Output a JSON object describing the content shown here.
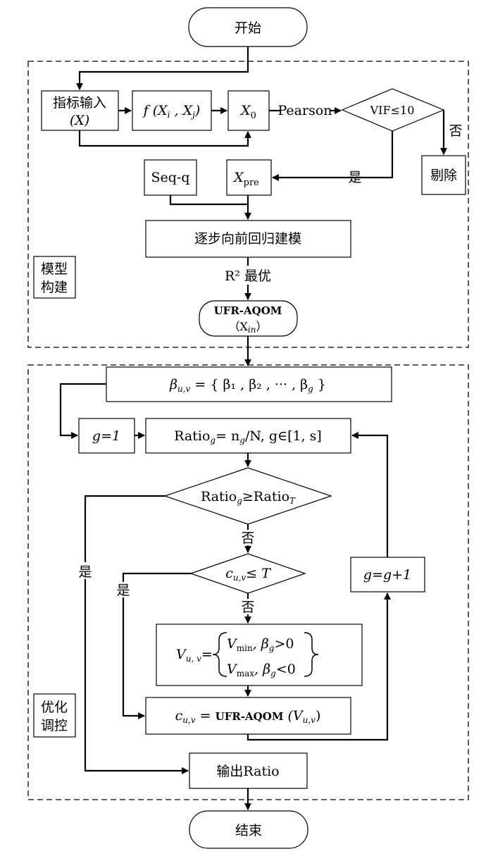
{
  "nodes": {
    "start": "开始",
    "indicator_input_line1": "指标输入",
    "indicator_input_line2": "(X)",
    "func_prefix": "f (X",
    "func_i": "i",
    "func_mid": " , X",
    "func_j": "j",
    "func_suffix": ")",
    "x0": "X",
    "x0_sub": "0",
    "vif_check": "VIF≤10",
    "remove": "剔除",
    "seqq": "Seq-q",
    "xpre": "X",
    "xpre_sub": "pre",
    "stepwise": "逐步向前回归建模",
    "model_label_line1": "模型",
    "model_label_line2": "构建",
    "ufr_line1": "UFR-AQOM",
    "ufr_line2_open": "（X",
    "ufr_line2_sub": "in",
    "ufr_line2_close": "）",
    "beta_set": "β",
    "beta_set_sub": "u,v",
    "beta_set_rest": " = { β₁ , β₂ , ··· , β",
    "beta_set_g": "g",
    "beta_set_end": " }",
    "g_init": "g=1",
    "ratio_formula": "Ratio",
    "ratio_formula_sub": "g",
    "ratio_formula_rest": "= n",
    "ratio_formula_ng": "g",
    "ratio_formula_tail": "/N,  g∈[1, s]",
    "ratio_compare": "Ratio",
    "ratio_compare_sub": "g",
    "ratio_compare_mid": "≥Ratio",
    "ratio_compare_T": "T",
    "c_check": "c",
    "c_check_sub": "u,v",
    "c_check_rest": "≤ T",
    "v_assign_lhs": "V",
    "v_assign_lhs_sub": "u, v",
    "v_assign_eq": "=",
    "v_case1": "V",
    "v_case1_sub": "min",
    "v_case1_rest": ", β",
    "v_case1_g": "g",
    "v_case1_cond": ">0",
    "v_case2": "V",
    "v_case2_sub": "max",
    "v_case2_rest": ", β",
    "v_case2_g": "g",
    "v_case2_cond": "<0",
    "c_update": "c",
    "c_update_sub": "u,v",
    "c_update_eq": " = ",
    "c_update_func": "UFR-AQOM",
    "c_update_arg": " (V",
    "c_update_arg_sub": "u,v",
    "c_update_close": ")",
    "g_increment": "g=g+1",
    "opt_label_line1": "优化",
    "opt_label_line2": "调控",
    "output": "输出Ratio",
    "end": "结束"
  },
  "edges": {
    "pearson": "Pearson",
    "no_vif": "否",
    "yes_vif": "是",
    "r2_best": "R² 最优",
    "no_ratio": "否",
    "yes_ratio": "是",
    "no_c": "否",
    "yes_c": "是"
  }
}
